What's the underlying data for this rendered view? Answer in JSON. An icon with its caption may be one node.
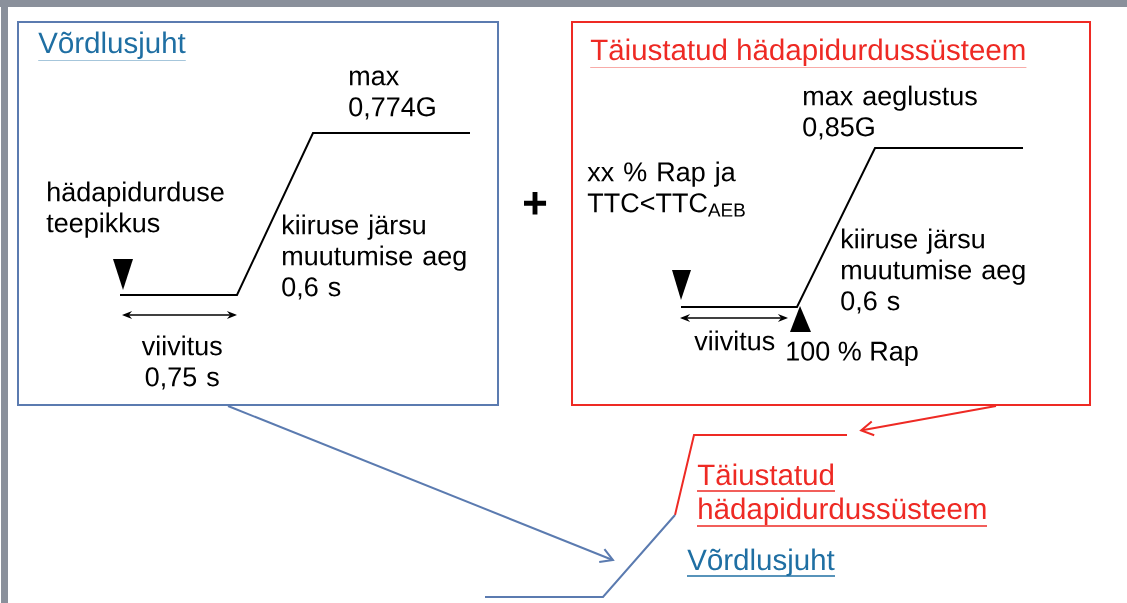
{
  "diagram": {
    "nodes": [
      {
        "text": [
          "Võrdlusjuht",
          "max 0,774G",
          "hädapidurduse teepikkus",
          "kiiruse järsu muutumise aeg 0,6 s",
          "viivitus 0,75 s"
        ]
      },
      {
        "text": [
          "Täiustatud hädapidurdussüsteem",
          "max aeglustus 0,85G",
          "xx % Rap ja TTC<TTC$_{AEB}$",
          "kiiruse järsu muutumise aeg 0,6 s",
          "viivitus",
          "100 % Rap"
        ]
      },
      {
        "text": [
          "Täiustatud hädapidurdussüsteem"
        ]
      },
      {
        "text": [],
        "shape": "line",
        "beside": [
          "Võrdlusjuht"
        ]
      }
    ],
    "edges": [
      {
        "from": 0,
        "to": 3,
        "arrow": "to",
        "color": "#5b7bb0"
      },
      {
        "from": 1,
        "to": 2,
        "arrow": "to",
        "color": "#ee2a24"
      }
    ],
    "labels": [
      "+"
    ]
  }
}
